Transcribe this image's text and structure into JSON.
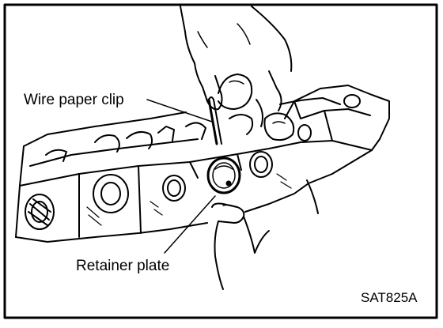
{
  "labels": {
    "wire_clip": "Wire paper clip",
    "retainer": "Retainer plate"
  },
  "figure_code": "SAT825A",
  "colors": {
    "ink": "#000000",
    "paper": "#ffffff"
  }
}
